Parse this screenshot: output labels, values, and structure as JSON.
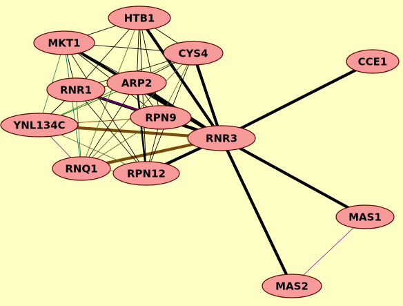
{
  "background": "#fefec4",
  "node_fill": "#f79a9a",
  "node_stroke": "#5a0000",
  "nodes": [
    {
      "id": "HTB1",
      "label": "HTB1"
    },
    {
      "id": "MKT1",
      "label": "MKT1"
    },
    {
      "id": "CYS4",
      "label": "CYS4"
    },
    {
      "id": "CCE1",
      "label": "CCE1"
    },
    {
      "id": "ARP2",
      "label": "ARP2"
    },
    {
      "id": "RNR1",
      "label": "RNR1"
    },
    {
      "id": "RPN9",
      "label": "RPN9"
    },
    {
      "id": "YNL134C",
      "label": "YNL134C"
    },
    {
      "id": "RNR3",
      "label": "RNR3"
    },
    {
      "id": "RNQ1",
      "label": "RNQ1"
    },
    {
      "id": "RPN12",
      "label": "RPN12"
    },
    {
      "id": "MAS1",
      "label": "MAS1"
    },
    {
      "id": "MAS2",
      "label": "MAS2"
    }
  ],
  "edges": [
    {
      "source": "RNR3",
      "target": "HTB1",
      "color": "#000000",
      "weight": "heavy"
    },
    {
      "source": "RNR3",
      "target": "MKT1",
      "color": "#000000",
      "weight": "heavy"
    },
    {
      "source": "RNR3",
      "target": "CYS4",
      "color": "#000000",
      "weight": "heavy"
    },
    {
      "source": "RNR3",
      "target": "CCE1",
      "color": "#000000",
      "weight": "heavy"
    },
    {
      "source": "RNR3",
      "target": "ARP2",
      "color": "#000000",
      "weight": "heavy"
    },
    {
      "source": "RNR3",
      "target": "RNR1",
      "color": "#000000",
      "weight": "heavy"
    },
    {
      "source": "RNR3",
      "target": "RPN9",
      "color": "#000000",
      "weight": "heavy"
    },
    {
      "source": "RNR3",
      "target": "YNL134C",
      "color": "#7a4a0a",
      "weight": "heavy"
    },
    {
      "source": "RNR3",
      "target": "RNQ1",
      "color": "#7a4a0a",
      "weight": "heavy"
    },
    {
      "source": "RNR3",
      "target": "RPN12",
      "color": "#000000",
      "weight": "heavy"
    },
    {
      "source": "RNR3",
      "target": "MAS1",
      "color": "#000000",
      "weight": "heavy"
    },
    {
      "source": "RNR3",
      "target": "MAS2",
      "color": "#000000",
      "weight": "heavy"
    },
    {
      "source": "RNR1",
      "target": "RPN9",
      "color": "#660066",
      "weight": "medium"
    },
    {
      "source": "MAS1",
      "target": "MAS2",
      "color": "#993399",
      "weight": "thin"
    },
    {
      "source": "YNL134C",
      "target": "RNQ1",
      "color": "#993399",
      "weight": "thin"
    },
    {
      "source": "HTB1",
      "target": "MKT1",
      "color": "#000000",
      "weight": "thin"
    },
    {
      "source": "HTB1",
      "target": "CYS4",
      "color": "#000000",
      "weight": "thin"
    },
    {
      "source": "HTB1",
      "target": "ARP2",
      "color": "#000000",
      "weight": "thin"
    },
    {
      "source": "HTB1",
      "target": "RNR1",
      "color": "#000000",
      "weight": "thin"
    },
    {
      "source": "HTB1",
      "target": "RPN9",
      "color": "#000000",
      "weight": "thin"
    },
    {
      "source": "HTB1",
      "target": "RNQ1",
      "color": "#556b2f",
      "weight": "thin"
    },
    {
      "source": "HTB1",
      "target": "RPN12",
      "color": "#000000",
      "weight": "thin"
    },
    {
      "source": "MKT1",
      "target": "CYS4",
      "color": "#000000",
      "weight": "thin"
    },
    {
      "source": "MKT1",
      "target": "ARP2",
      "color": "#000000",
      "weight": "thin"
    },
    {
      "source": "MKT1",
      "target": "RNR1",
      "color": "#000000",
      "weight": "thin"
    },
    {
      "source": "MKT1",
      "target": "RPN9",
      "color": "#000000",
      "weight": "thin"
    },
    {
      "source": "MKT1",
      "target": "YNL134C",
      "color": "#2e8b57",
      "weight": "thin"
    },
    {
      "source": "MKT1",
      "target": "RNQ1",
      "color": "#008080",
      "weight": "thin"
    },
    {
      "source": "MKT1",
      "target": "RPN12",
      "color": "#000000",
      "weight": "thin"
    },
    {
      "source": "CYS4",
      "target": "ARP2",
      "color": "#000000",
      "weight": "thin"
    },
    {
      "source": "CYS4",
      "target": "RNR1",
      "color": "#000000",
      "weight": "thin"
    },
    {
      "source": "CYS4",
      "target": "RPN9",
      "color": "#556b2f",
      "weight": "thin"
    },
    {
      "source": "CYS4",
      "target": "YNL134C",
      "color": "#556b2f",
      "weight": "thin"
    },
    {
      "source": "CYS4",
      "target": "RNQ1",
      "color": "#556b2f",
      "weight": "thin"
    },
    {
      "source": "CYS4",
      "target": "RPN12",
      "color": "#000000",
      "weight": "thin"
    },
    {
      "source": "ARP2",
      "target": "RNR1",
      "color": "#000000",
      "weight": "thin"
    },
    {
      "source": "ARP2",
      "target": "RPN9",
      "color": "#000000",
      "weight": "thin"
    },
    {
      "source": "ARP2",
      "target": "YNL134C",
      "color": "#008000",
      "weight": "thin"
    },
    {
      "source": "ARP2",
      "target": "RNQ1",
      "color": "#000000",
      "weight": "thin"
    },
    {
      "source": "ARP2",
      "target": "RPN12",
      "color": "#000000",
      "weight": "medium"
    },
    {
      "source": "RNR1",
      "target": "YNL134C",
      "color": "#000000",
      "weight": "thin"
    },
    {
      "source": "RNR1",
      "target": "RNQ1",
      "color": "#556b2f",
      "weight": "thin"
    },
    {
      "source": "RNR1",
      "target": "RPN12",
      "color": "#000000",
      "weight": "thin"
    },
    {
      "source": "RPN9",
      "target": "YNL134C",
      "color": "#8b4513",
      "weight": "thin"
    },
    {
      "source": "RPN9",
      "target": "RNQ1",
      "color": "#556b2f",
      "weight": "thin"
    },
    {
      "source": "RPN9",
      "target": "RPN12",
      "color": "#000000",
      "weight": "thin"
    },
    {
      "source": "YNL134C",
      "target": "RPN12",
      "color": "#556b2f",
      "weight": "thin"
    },
    {
      "source": "RNQ1",
      "target": "RPN12",
      "color": "#8b4513",
      "weight": "thin"
    }
  ]
}
